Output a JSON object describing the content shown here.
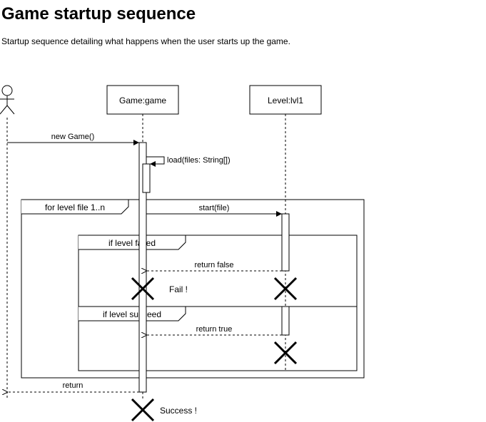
{
  "page": {
    "title": "Game startup sequence",
    "description": "Startup sequence detailing what happens when the user starts up the game."
  },
  "participants": {
    "game": "Game:game",
    "level": "Level:lvl1"
  },
  "messages": {
    "new_game": "new Game()",
    "load": "load(files: String[])",
    "start": "start(file)",
    "return_false": "return false",
    "return_true": "return true",
    "return": "return"
  },
  "fragments": {
    "loop": "for level file 1..n",
    "fail": "if level failed",
    "succeed": "if level succeed"
  },
  "notes": {
    "fail": "Fail !",
    "success": "Success !"
  }
}
